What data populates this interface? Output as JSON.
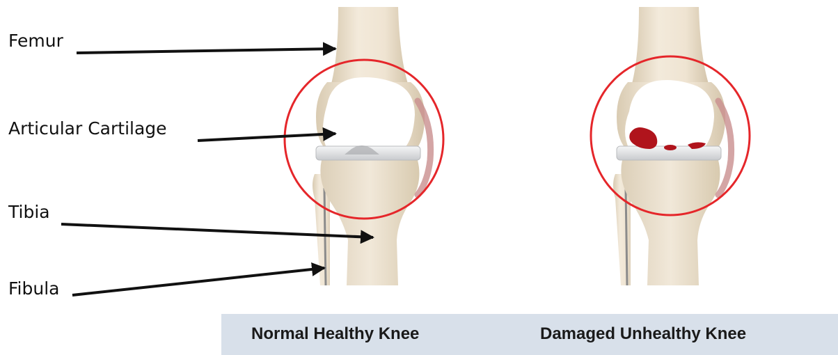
{
  "labels": {
    "femur": "Femur",
    "articular_cartilage": "Articular Cartilage",
    "tibia": "Tibia",
    "fibula": "Fibula"
  },
  "captions": {
    "normal": "Normal Healthy Knee",
    "damaged": "Damaged Unhealthy Knee"
  },
  "colors": {
    "bone": "#ede1cc",
    "cartilage": "#ffffff",
    "meniscus": "#d9dbde",
    "highlight_circle": "#e5262a",
    "damage": "#b0141c",
    "ligament": "#c98f8f",
    "caption_bar": "#d8e0ea",
    "arrow": "#111111"
  }
}
